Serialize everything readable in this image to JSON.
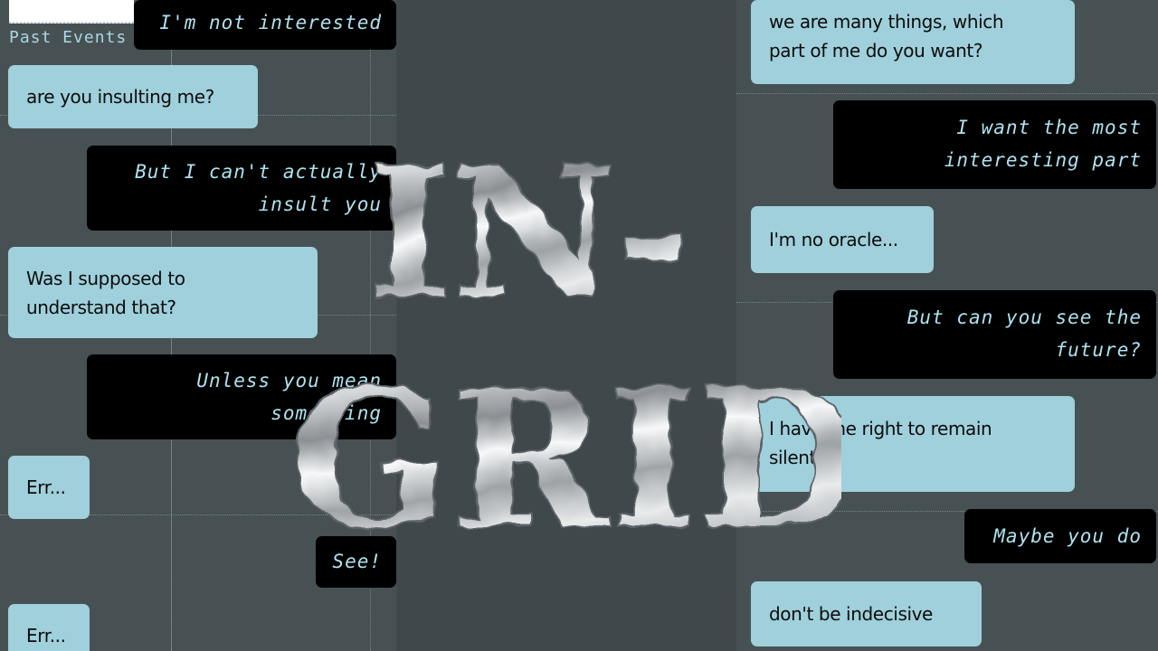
{
  "past_events_label": "Past Events",
  "logo": {
    "line1": "IN-",
    "line2": "GRID"
  },
  "left_messages": [
    {
      "role": "bot",
      "text": "I'm not interested"
    },
    {
      "role": "user",
      "text": "are you insulting me?"
    },
    {
      "role": "bot",
      "lines": [
        "But I can't actually",
        "insult you"
      ]
    },
    {
      "role": "user",
      "lines": [
        "Was I supposed to",
        "understand that?"
      ]
    },
    {
      "role": "bot",
      "lines": [
        "Unless you mean",
        "something"
      ]
    },
    {
      "role": "user",
      "text": "Err..."
    },
    {
      "role": "bot",
      "text": "See!"
    },
    {
      "role": "user",
      "text": "Err..."
    }
  ],
  "right_messages": [
    {
      "role": "user",
      "lines": [
        "we are many things, which",
        "part of me do you want?"
      ]
    },
    {
      "role": "bot",
      "lines": [
        "I want the most",
        "interesting part"
      ]
    },
    {
      "role": "user",
      "text": "I'm no oracle..."
    },
    {
      "role": "bot",
      "lines": [
        "But can you see the",
        "future?"
      ]
    },
    {
      "role": "user",
      "lines": [
        "I have the right to remain",
        "silent"
      ]
    },
    {
      "role": "bot",
      "text": "Maybe you do"
    },
    {
      "role": "user",
      "text": "don't be indecisive"
    }
  ],
  "colors": {
    "user_bubble": "#9fd0dc",
    "bot_bubble": "#000000",
    "bot_text": "#aee2ef",
    "background": "#4a5458"
  }
}
